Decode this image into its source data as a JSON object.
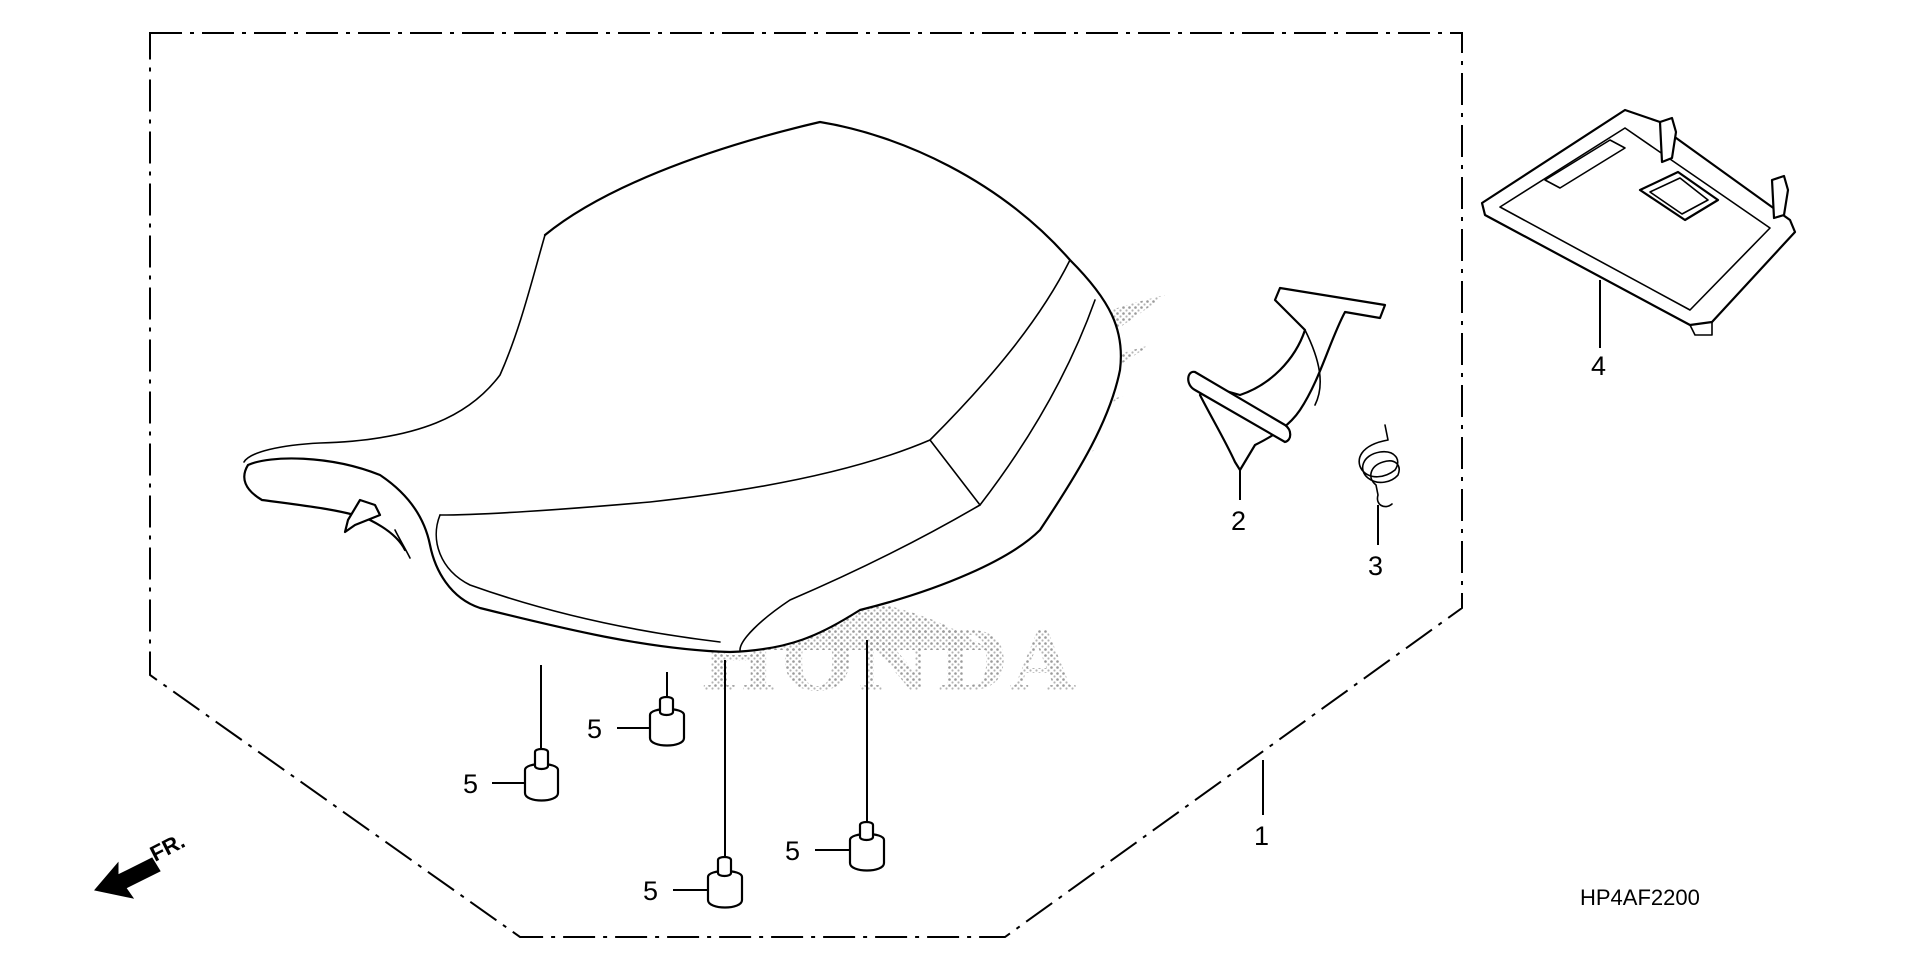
{
  "diagram": {
    "diagram_code": "HP4AF2200",
    "front_indicator": "FR.",
    "watermark": "HONDA",
    "callouts": [
      {
        "id": "c1",
        "label": "1"
      },
      {
        "id": "c2",
        "label": "2"
      },
      {
        "id": "c3",
        "label": "3"
      },
      {
        "id": "c4",
        "label": "4"
      },
      {
        "id": "c5a",
        "label": "5"
      },
      {
        "id": "c5b",
        "label": "5"
      },
      {
        "id": "c5c",
        "label": "5"
      },
      {
        "id": "c5d",
        "label": "5"
      }
    ]
  }
}
